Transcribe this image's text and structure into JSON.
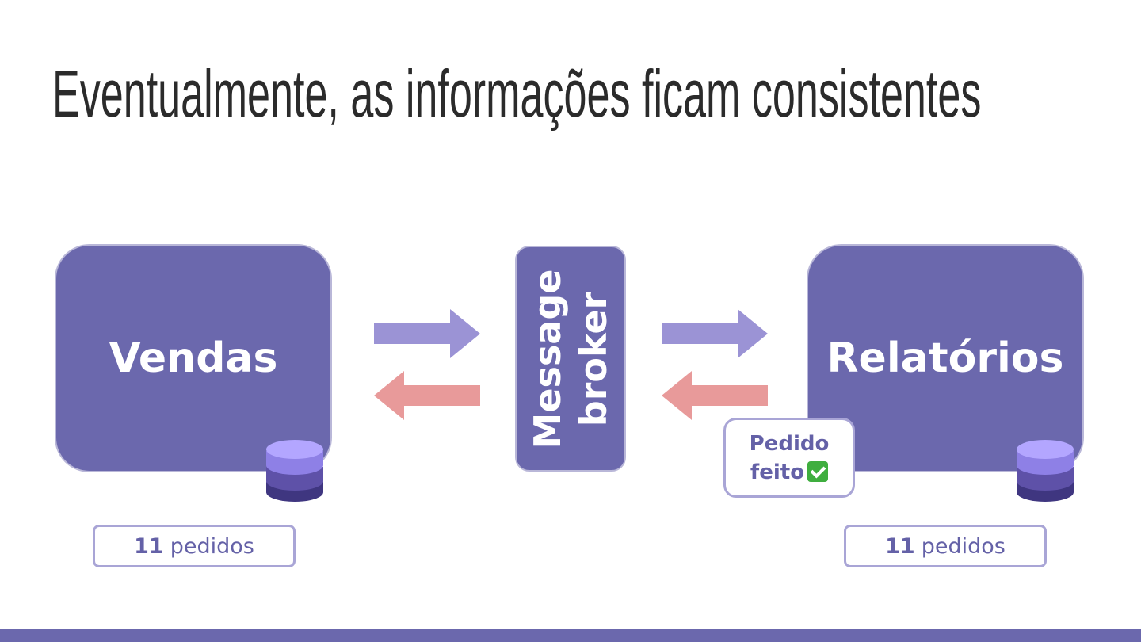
{
  "slide": {
    "title": "Eventualmente, as informações ficam consistentes"
  },
  "services": {
    "vendas": {
      "label": "Vendas",
      "count_number": "11",
      "count_text": "pedidos"
    },
    "relatorios": {
      "label": "Relatórios",
      "count_number": "11",
      "count_text": "pedidos"
    }
  },
  "broker": {
    "line1": "Message",
    "line2": "broker"
  },
  "event_badge": {
    "line1": "Pedido",
    "line2": "feito",
    "icon": "check-mark-icon"
  },
  "colors": {
    "service_fill": "#6b68ad",
    "arrow_forward": "#9b93d5",
    "arrow_back": "#e89a9a",
    "badge_border": "#a9a5d6",
    "badge_text": "#6461a7",
    "db_top": "#b3a6ff",
    "db_mid": "#5e51a8",
    "db_bottom": "#3f3680"
  }
}
